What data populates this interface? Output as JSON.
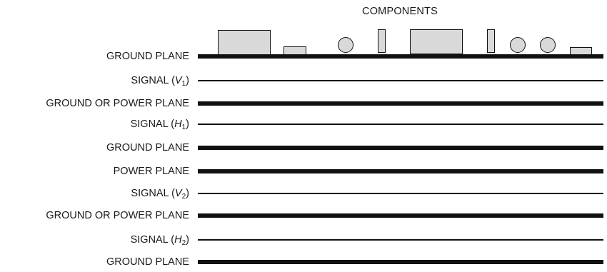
{
  "title": "COMPONENTS",
  "layers": [
    {
      "name": "GROUND PLANE",
      "kind": "plane"
    },
    {
      "name": "SIGNAL",
      "symbol": "V",
      "subscript": "1",
      "kind": "signal"
    },
    {
      "name": "GROUND OR POWER PLANE",
      "kind": "plane"
    },
    {
      "name": "SIGNAL",
      "symbol": "H",
      "subscript": "1",
      "kind": "signal"
    },
    {
      "name": "GROUND PLANE",
      "kind": "plane"
    },
    {
      "name": "POWER PLANE",
      "kind": "plane"
    },
    {
      "name": "SIGNAL",
      "symbol": "V",
      "subscript": "2",
      "kind": "signal"
    },
    {
      "name": "GROUND OR POWER PLANE",
      "kind": "plane"
    },
    {
      "name": "SIGNAL",
      "symbol": "H",
      "subscript": "2",
      "kind": "signal"
    },
    {
      "name": "GROUND PLANE",
      "kind": "plane"
    }
  ],
  "components": [
    {
      "shape": "rect"
    },
    {
      "shape": "rect"
    },
    {
      "shape": "circle"
    },
    {
      "shape": "rect"
    },
    {
      "shape": "rect"
    },
    {
      "shape": "rect"
    },
    {
      "shape": "circle"
    },
    {
      "shape": "circle"
    },
    {
      "shape": "rect"
    }
  ],
  "colors": {
    "line": "#111111",
    "component_fill": "#d9d9d9"
  }
}
